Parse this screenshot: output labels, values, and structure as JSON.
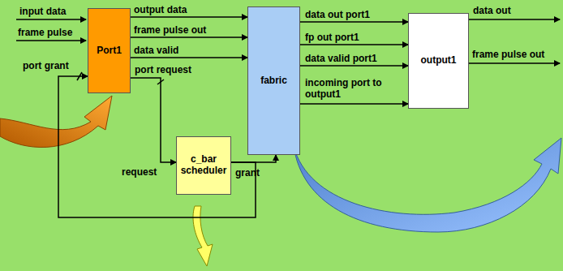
{
  "diagram": {
    "nodes": [
      {
        "text": [
          "Port1"
        ]
      },
      {
        "text": [
          "fabric"
        ]
      },
      {
        "text": [
          "output1"
        ]
      },
      {
        "text": [
          "c_bar scheduler"
        ]
      }
    ],
    "edges": [
      {
        "from": 0,
        "to": 1,
        "label": "output data",
        "arrow": "to"
      },
      {
        "from": 0,
        "to": 1,
        "label": "frame pulse out",
        "arrow": "to"
      },
      {
        "from": 0,
        "to": 1,
        "label": "data valid",
        "arrow": "to"
      },
      {
        "from": 0,
        "to": 3,
        "label": "port request",
        "arrow": "to"
      },
      {
        "from": 3,
        "to": 1,
        "label": "grant",
        "arrow": "to"
      },
      {
        "from": 3,
        "to": 0,
        "label": "port grant",
        "arrow": "to"
      },
      {
        "from": 1,
        "to": 2,
        "label": "data out port1",
        "arrow": "to"
      },
      {
        "from": 1,
        "to": 2,
        "label": "fp out port1",
        "arrow": "to"
      },
      {
        "from": 1,
        "to": 2,
        "label": "data valid port1",
        "arrow": "to"
      },
      {
        "from": 1,
        "to": 2,
        "label": "incoming port to output1",
        "arrow": "to"
      }
    ],
    "labels": [
      "input data",
      "frame pulse",
      "request",
      "data out",
      "frame pulse out"
    ]
  }
}
